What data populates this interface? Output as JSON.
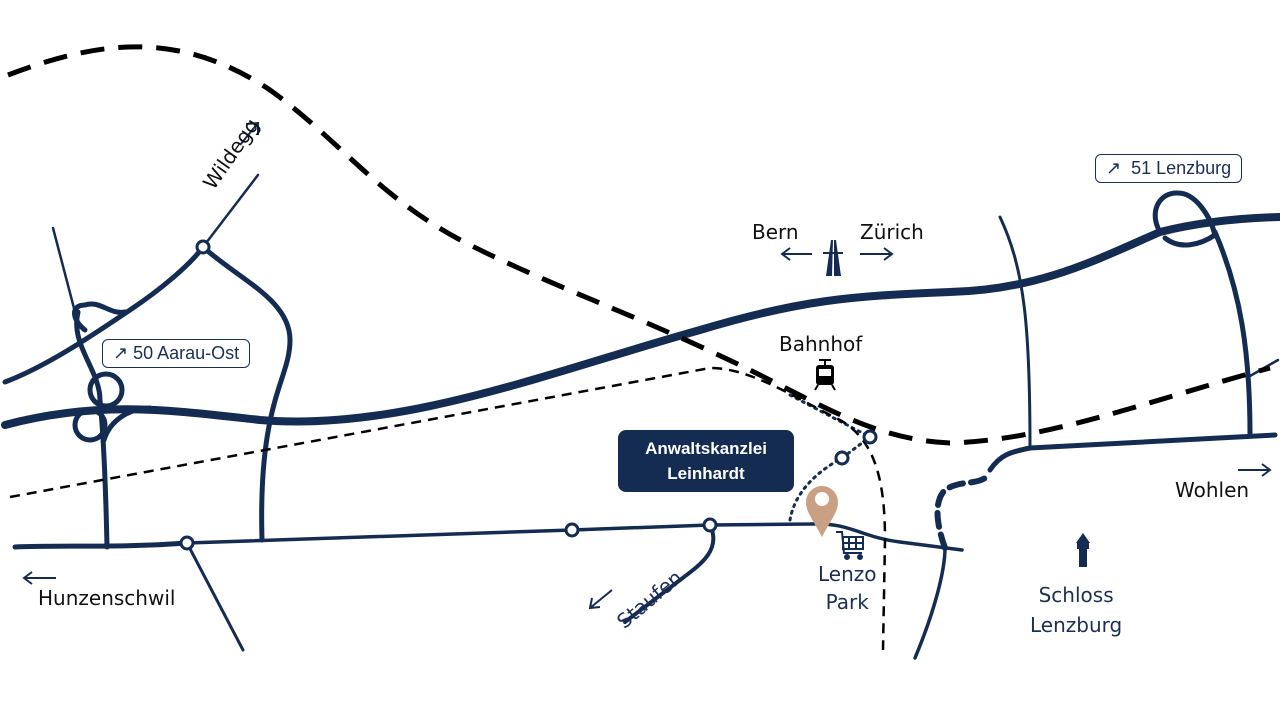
{
  "colors": {
    "road": "#152c52",
    "rail": "#000000",
    "marker": "#c9a083",
    "office_bg": "#152c52"
  },
  "exits": {
    "exit50": "50 Aarau-Ost",
    "exit51": "51 Lenzburg",
    "arrow": "↗"
  },
  "directions": {
    "wildegg": "Wildegg",
    "bern": "Bern",
    "zuerich": "Zürich",
    "hunzenschwil": "Hunzenschwil",
    "staufen": "Staufen",
    "wohlen": "Wohlen"
  },
  "places": {
    "bahnhof": "Bahnhof",
    "lenzo_line1": "Lenzo",
    "lenzo_line2": "Park",
    "schloss_line1": "Schloss",
    "schloss_line2": "Lenzburg"
  },
  "office": {
    "line1": "Anwaltskanzlei",
    "line2": "Leinhardt"
  },
  "icons": [
    "highway-icon",
    "train-icon",
    "shopping-cart-icon",
    "castle-icon",
    "location-pin-icon"
  ]
}
